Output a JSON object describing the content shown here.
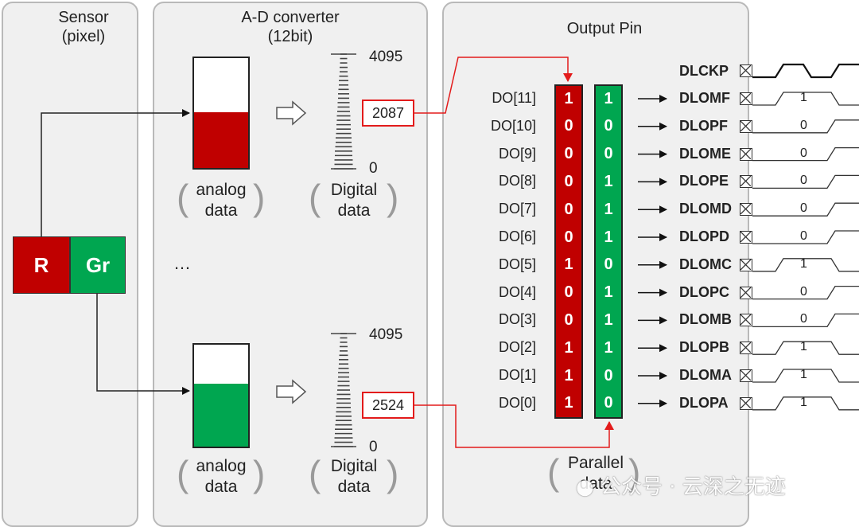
{
  "sensor_panel": {
    "title_line1": "Sensor",
    "title_line2": "(pixel)"
  },
  "adc_panel": {
    "title_line1": "A-D converter",
    "title_line2": "(12bit)"
  },
  "output_panel": {
    "title": "Output Pin"
  },
  "pixels": [
    {
      "label": "R",
      "color": "#c00000"
    },
    {
      "label": "Gr",
      "color": "#00a650"
    }
  ],
  "channels": [
    {
      "analog_caption_1": "analog",
      "analog_caption_2": "data",
      "digital_caption_1": "Digital",
      "digital_caption_2": "data",
      "scale_max": "4095",
      "scale_min": "0",
      "value": "2087",
      "fill_level": 0.51,
      "fill_color": "#c00000"
    },
    {
      "analog_caption_1": "analog",
      "analog_caption_2": "data",
      "digital_caption_1": "Digital",
      "digital_caption_2": "data",
      "scale_max": "4095",
      "scale_min": "0",
      "value": "2524",
      "fill_level": 0.62,
      "fill_color": "#00a650"
    }
  ],
  "ellipsis": "…",
  "bit_labels": [
    "DO[11]",
    "DO[10]",
    "DO[9]",
    "DO[8]",
    "DO[7]",
    "DO[6]",
    "DO[5]",
    "DO[4]",
    "DO[3]",
    "DO[2]",
    "DO[1]",
    "DO[0]"
  ],
  "red_bits": [
    "1",
    "0",
    "0",
    "0",
    "0",
    "0",
    "1",
    "0",
    "0",
    "1",
    "1",
    "1"
  ],
  "green_bits": [
    "1",
    "0",
    "0",
    "1",
    "1",
    "1",
    "0",
    "1",
    "1",
    "1",
    "0",
    "0"
  ],
  "bit_colors": {
    "red": "#c00000",
    "green": "#00a650"
  },
  "clock_pin": "DLCKP",
  "pins": [
    {
      "name": "DLOMF",
      "value": "1"
    },
    {
      "name": "DLOPF",
      "value": "0"
    },
    {
      "name": "DLOME",
      "value": "0"
    },
    {
      "name": "DLOPE",
      "value": "0"
    },
    {
      "name": "DLOMD",
      "value": "0"
    },
    {
      "name": "DLOPD",
      "value": "0"
    },
    {
      "name": "DLOMC",
      "value": "1"
    },
    {
      "name": "DLOPC",
      "value": "0"
    },
    {
      "name": "DLOMB",
      "value": "0"
    },
    {
      "name": "DLOPB",
      "value": "1"
    },
    {
      "name": "DLOMA",
      "value": "1"
    },
    {
      "name": "DLOPA",
      "value": "1"
    }
  ],
  "parallel_caption_1": "Parallel",
  "parallel_caption_2": "data",
  "watermark": "公众号 · 云深之无迹"
}
